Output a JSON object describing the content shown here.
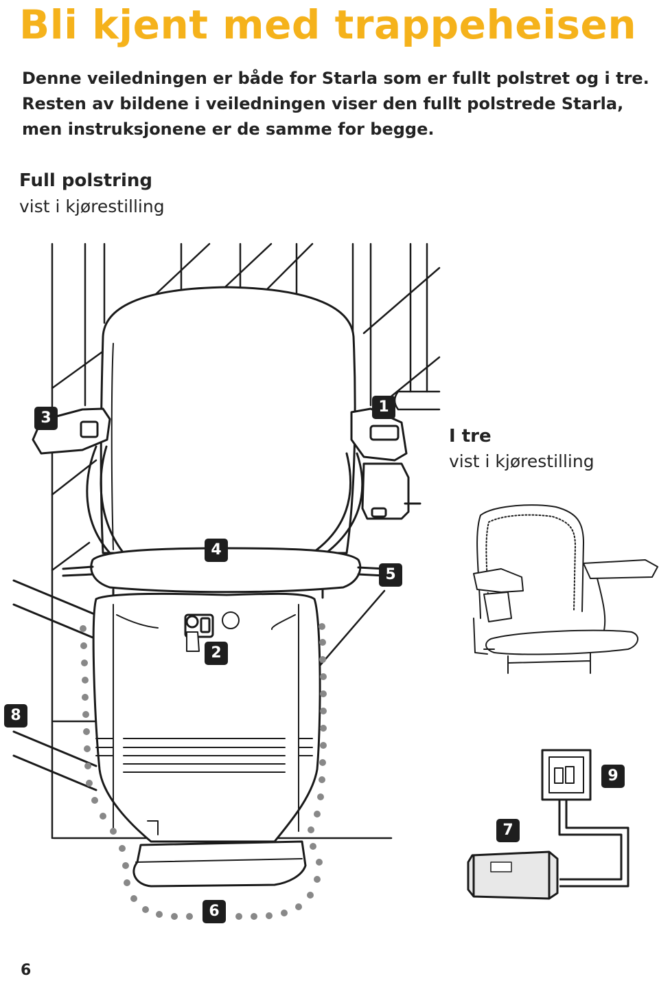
{
  "title": "Bli kjent med trappeheisen",
  "intro": {
    "line1": "Denne veiledningen er både for Starla som er fullt polstret og i tre.",
    "line2": "Resten av bildene i veiledningen viser den fullt polstrede Starla,",
    "line3": "men instruksjonene er de samme for begge."
  },
  "full_upholstery": {
    "heading": "Full polstring",
    "subheading": "vist i kjørestilling"
  },
  "wood": {
    "heading": "I tre",
    "subheading": "vist i kjørestilling"
  },
  "callouts": [
    "1",
    "2",
    "3",
    "4",
    "5",
    "6",
    "7",
    "8",
    "9"
  ],
  "page_number": "6",
  "colors": {
    "title": "#f5b21b",
    "callout_bg": "#1e1e1e",
    "line": "#1a1a1a"
  }
}
